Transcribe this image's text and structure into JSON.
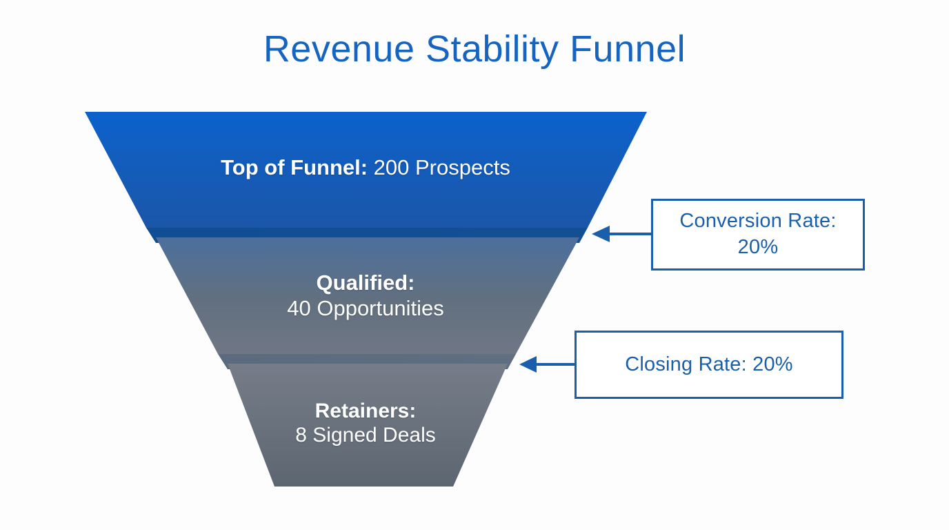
{
  "title": "Revenue Stability Funnel",
  "theme": {
    "background": "#fdfdfd",
    "title_color": "#1565c0",
    "callout_border": "#1a5fab",
    "callout_text": "#1a5fab",
    "arrow_color": "#1a5fab",
    "label_color": "#ffffff"
  },
  "chart_data": {
    "type": "funnel",
    "title": "Revenue Stability Funnel",
    "xlabel": "",
    "ylabel": "",
    "orientation": "vertical",
    "grid": false,
    "legend": false,
    "stages": [
      {
        "id": "top-of-funnel",
        "label_bold": "Top of Funnel:",
        "label_rest": " 200 Prospects",
        "label_full": "Top of Funnel: 200 Prospects",
        "value": 200,
        "unit": "Prospects",
        "fill_top": "#0b62cc",
        "fill_bottom": "#1c56a8",
        "lip_color": "#114a8e"
      },
      {
        "id": "qualified",
        "label_bold": "Qualified:",
        "label_rest": "40 Opportunities",
        "label_full": "Qualified: 40 Opportunities",
        "value": 40,
        "unit": "Opportunities",
        "fill_top": "#52739e",
        "fill_bottom": "#6d7685",
        "lip_color": "#5d6c80"
      },
      {
        "id": "retainers",
        "label_bold": "Retainers:",
        "label_rest": "8 Signed Deals",
        "label_full": "Retainers: 8 Signed Deals",
        "value": 8,
        "unit": "Signed Deals",
        "fill_top": "#737a86",
        "fill_bottom": "#5d6671",
        "lip_color": "#6a7280"
      }
    ],
    "transitions": [
      {
        "id": "conversion-rate",
        "label": "Conversion Rate: 20%",
        "rate_percent": 20,
        "from": "top-of-funnel",
        "to": "qualified"
      },
      {
        "id": "closing-rate",
        "label": "Closing Rate: 20%",
        "rate_percent": 20,
        "from": "qualified",
        "to": "retainers"
      }
    ]
  },
  "callouts": [
    {
      "line1": "Conversion Rate:",
      "line2": "20%",
      "text": "Conversion Rate: 20%"
    },
    {
      "line1": "Closing Rate: 20%",
      "line2": "",
      "text": "Closing Rate: 20%"
    }
  ],
  "icons": {
    "arrow_left": "arrow-left-icon"
  }
}
